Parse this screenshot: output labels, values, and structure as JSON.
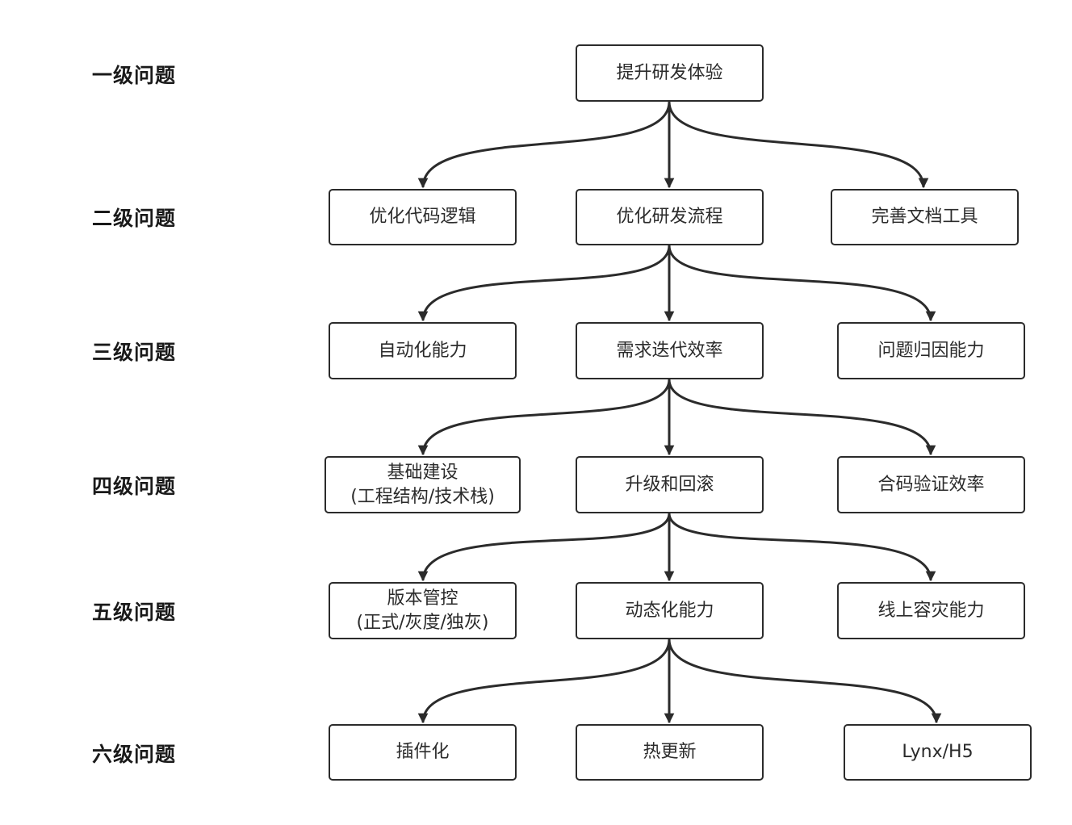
{
  "levels": [
    "一级问题",
    "二级问题",
    "三级问题",
    "四级问题",
    "五级问题",
    "六级问题"
  ],
  "nodes": {
    "l1_root": "提升研发体验",
    "l2_code": "优化代码逻辑",
    "l2_process": "优化研发流程",
    "l2_docs": "完善文档工具",
    "l3_automation": "自动化能力",
    "l3_iteration": "需求迭代效率",
    "l3_attribution": "问题归因能力",
    "l4_infra_line1": "基础建设",
    "l4_infra_line2": "(工程结构/技术栈)",
    "l4_upgrade": "升级和回滚",
    "l4_merge": "合码验证效率",
    "l5_version_line1": "版本管控",
    "l5_version_line2": "(正式/灰度/独灰)",
    "l5_dynamic": "动态化能力",
    "l5_disaster": "线上容灾能力",
    "l6_plugin": "插件化",
    "l6_hotfix": "热更新",
    "l6_lynx": "Lynx/H5"
  },
  "colors": {
    "stroke": "#2b2b2b",
    "text": "#2b2b2b",
    "background": "#ffffff"
  }
}
